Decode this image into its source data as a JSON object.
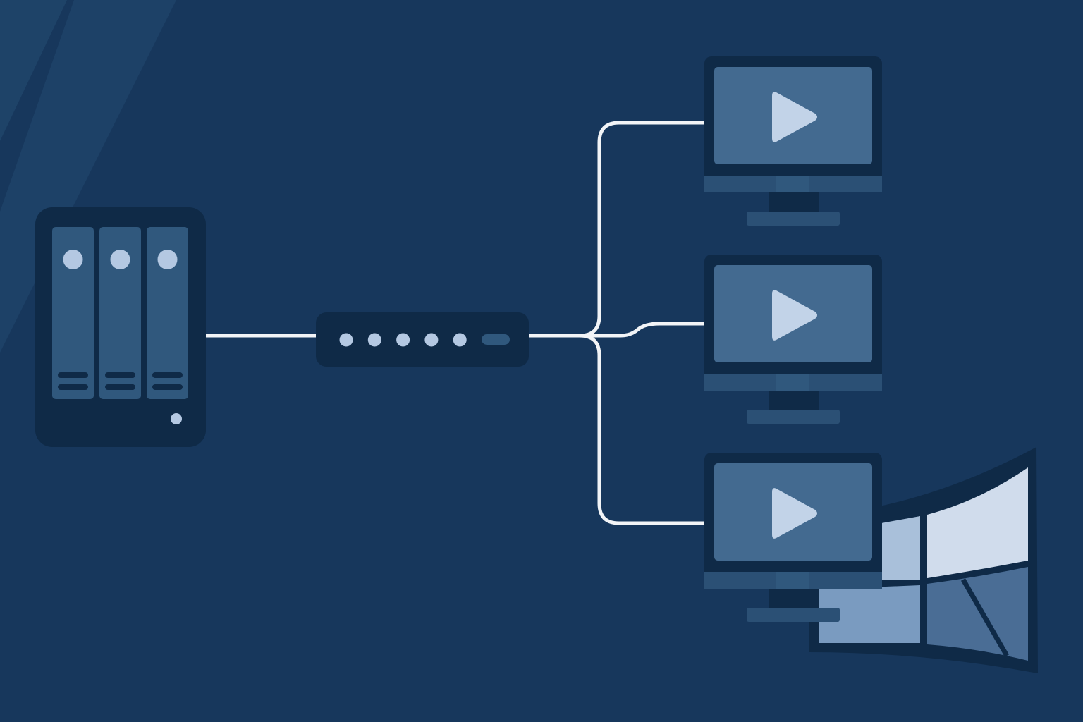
{
  "colors": {
    "background": "#17375c",
    "glare": "#1e4368",
    "device_dark": "#0f2a47",
    "device_mid": "#30587d",
    "screen": "#436a90",
    "stand": "#2b5075",
    "led": "#b4c8e2",
    "cable": "#f2f4f7",
    "play_icon": "#c2d3e8",
    "logo_light": "#d0dcec",
    "logo_mid": "#a9c0da",
    "logo_low": "#7a9bc0",
    "logo_dark": "#4a6d95"
  },
  "nodes": {
    "nas": {
      "icon": "nas-server-icon",
      "drive_bays": 3
    },
    "switch": {
      "icon": "network-switch-icon",
      "port_leds": 5
    },
    "clients": [
      {
        "icon": "monitor-icon",
        "screen_icon": "play-icon"
      },
      {
        "icon": "monitor-icon",
        "screen_icon": "play-icon"
      },
      {
        "icon": "monitor-icon",
        "screen_icon": "play-icon"
      }
    ],
    "logo": {
      "icon": "windows-logo-icon"
    }
  },
  "connections": [
    {
      "from": "nas",
      "to": "switch"
    },
    {
      "from": "switch",
      "to": "client-1"
    },
    {
      "from": "switch",
      "to": "client-2"
    },
    {
      "from": "switch",
      "to": "client-3"
    }
  ]
}
